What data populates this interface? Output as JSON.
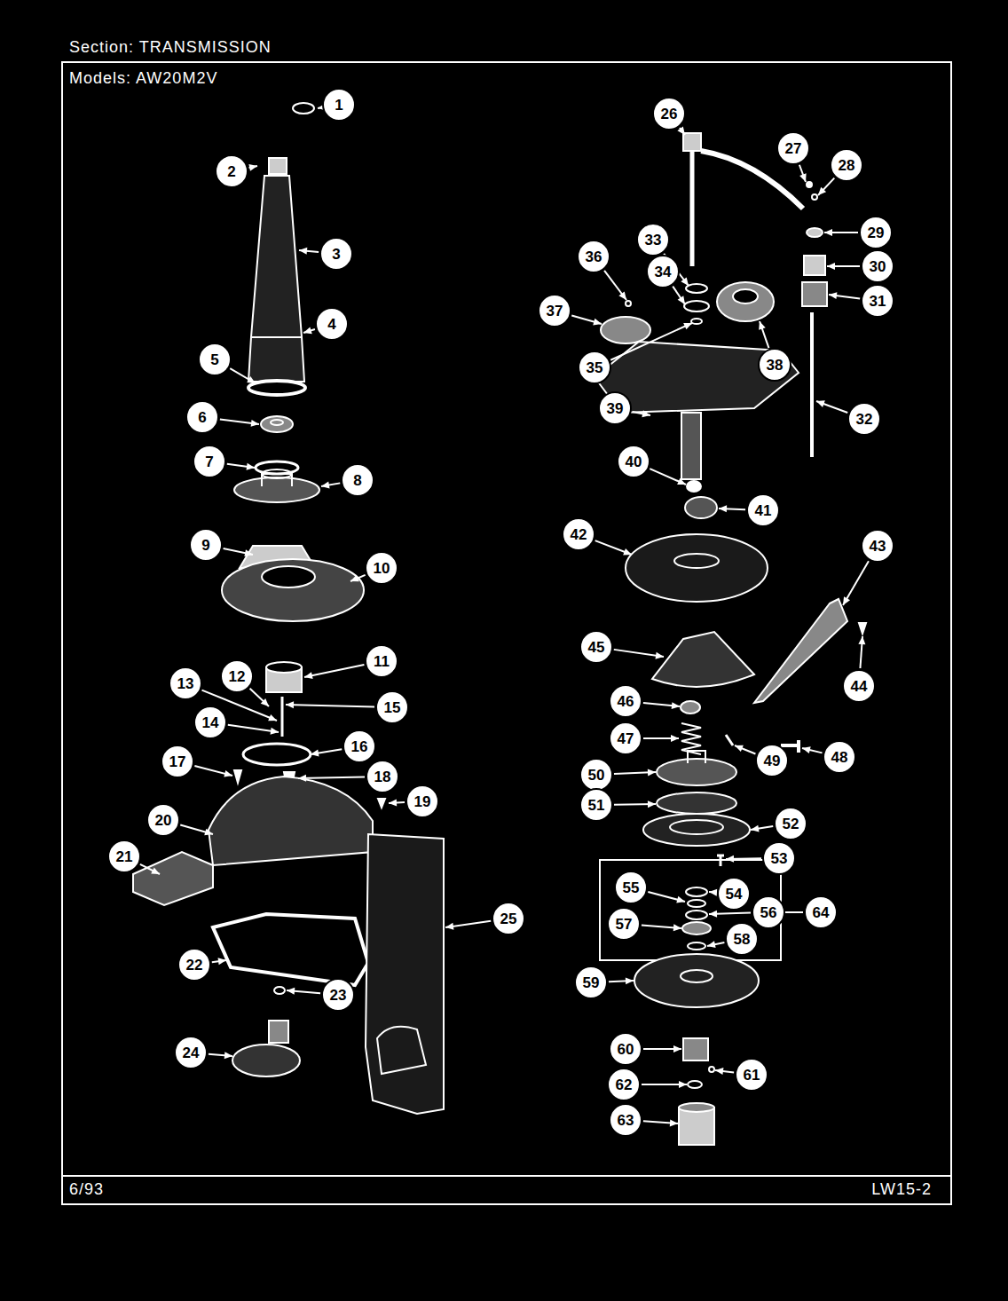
{
  "diagram": {
    "title": "Section: TRANSMISSION",
    "nodes": [
      {
        "text": [
          "1"
        ]
      },
      {
        "text": [
          "2"
        ]
      },
      {
        "text": [
          "3"
        ]
      },
      {
        "text": [
          "4"
        ]
      },
      {
        "text": [
          "5"
        ]
      },
      {
        "text": [
          "6"
        ]
      },
      {
        "text": [
          "7"
        ]
      },
      {
        "text": [
          "8"
        ]
      },
      {
        "text": [
          "9"
        ]
      },
      {
        "text": [
          "10"
        ]
      },
      {
        "text": [
          "11"
        ]
      },
      {
        "text": [
          "12"
        ]
      },
      {
        "text": [
          "13"
        ]
      },
      {
        "text": [
          "14"
        ]
      },
      {
        "text": [
          "15"
        ]
      },
      {
        "text": [
          "16"
        ]
      },
      {
        "text": [
          "17"
        ]
      },
      {
        "text": [
          "18"
        ]
      },
      {
        "text": [
          "19"
        ]
      },
      {
        "text": [
          "20"
        ]
      },
      {
        "text": [
          "21"
        ]
      },
      {
        "text": [
          "22"
        ]
      },
      {
        "text": [
          "23"
        ]
      },
      {
        "text": [
          "24"
        ]
      },
      {
        "text": [
          "25"
        ]
      },
      {
        "text": [
          "26"
        ]
      },
      {
        "text": [
          "27"
        ]
      },
      {
        "text": [
          "28"
        ]
      },
      {
        "text": [
          "29"
        ]
      },
      {
        "text": [
          "30"
        ]
      },
      {
        "text": [
          "31"
        ]
      },
      {
        "text": [
          "32"
        ]
      },
      {
        "text": [
          "33"
        ]
      },
      {
        "text": [
          "34"
        ]
      },
      {
        "text": [
          "35"
        ]
      },
      {
        "text": [
          "36"
        ]
      },
      {
        "text": [
          "37"
        ]
      },
      {
        "text": [
          "38"
        ]
      },
      {
        "text": [
          "39"
        ]
      },
      {
        "text": [
          "40"
        ]
      },
      {
        "text": [
          "41"
        ]
      },
      {
        "text": [
          "42"
        ]
      },
      {
        "text": [
          "43"
        ]
      },
      {
        "text": [
          "44"
        ]
      },
      {
        "text": [
          "45"
        ]
      },
      {
        "text": [
          "46"
        ]
      },
      {
        "text": [
          "47"
        ]
      },
      {
        "text": [
          "48"
        ]
      },
      {
        "text": [
          "49"
        ]
      },
      {
        "text": [
          "50"
        ]
      },
      {
        "text": [
          "51"
        ]
      },
      {
        "text": [
          "52"
        ]
      },
      {
        "text": [
          "53"
        ]
      },
      {
        "text": [
          "54"
        ]
      },
      {
        "text": [
          "55"
        ]
      },
      {
        "text": [
          "56"
        ]
      },
      {
        "text": [
          "57"
        ]
      },
      {
        "text": [
          "58"
        ]
      },
      {
        "text": [
          "59"
        ]
      },
      {
        "text": [
          "60"
        ]
      },
      {
        "text": [
          "61"
        ]
      },
      {
        "text": [
          "62"
        ]
      },
      {
        "text": [
          "63"
        ]
      },
      {
        "text": [
          "64"
        ]
      }
    ],
    "labels": [
      "Models: AW20M2V",
      "6/93",
      "LW15-2"
    ]
  }
}
